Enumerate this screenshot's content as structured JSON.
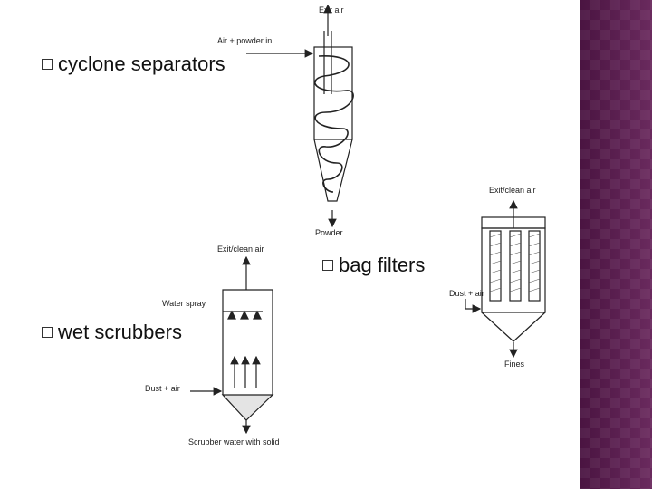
{
  "bullets": {
    "cyclone": "cyclone separators",
    "bag": "bag filters",
    "wet": "wet scrubbers"
  },
  "cyclone_diagram": {
    "exit_label": "Exit air",
    "inlet_label": "Air + powder in",
    "outlet_label": "Powder"
  },
  "bag_diagram": {
    "exit_label": "Exit/clean air",
    "inlet_label": "Dust + air",
    "outlet_label": "Fines"
  },
  "scrubber_diagram": {
    "exit_label": "Exit/clean air",
    "spray_label": "Water spray",
    "inlet_label": "Dust + air",
    "outlet_label": "Scrubber water with solid"
  },
  "colors": {
    "side_band": "#5a1c4e",
    "line": "#222222"
  }
}
